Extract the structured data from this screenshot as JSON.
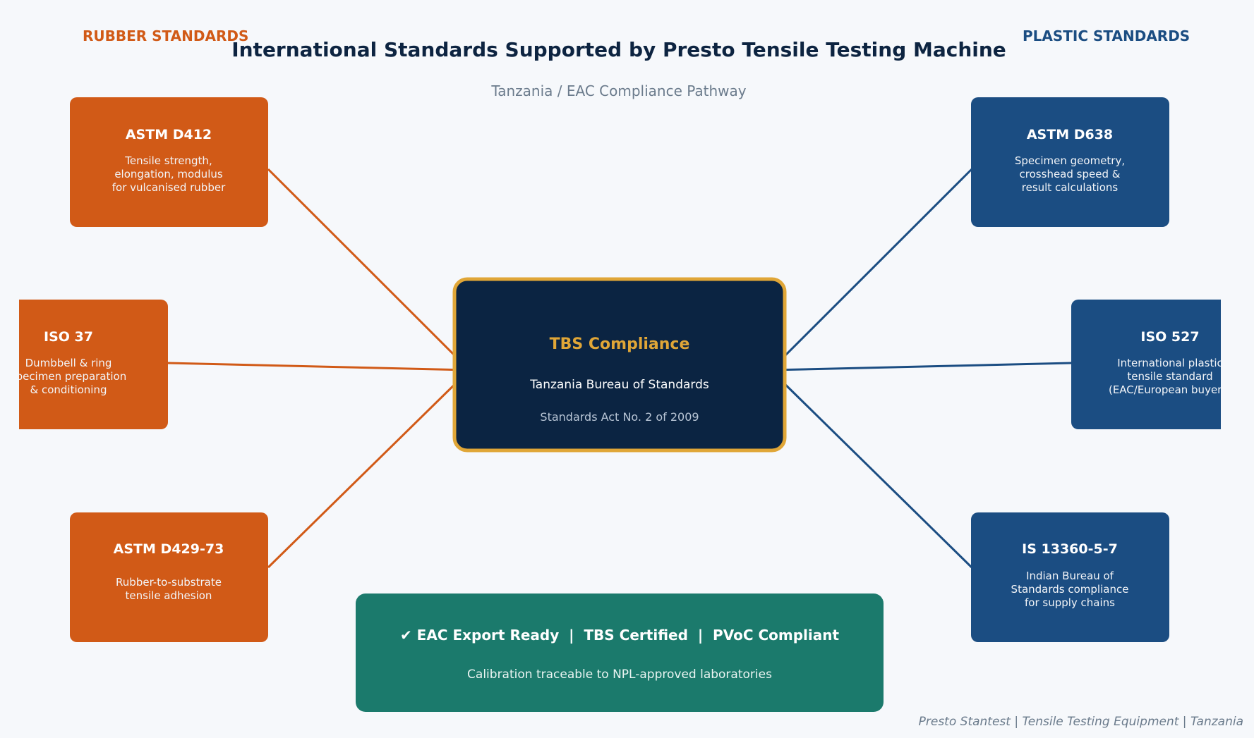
{
  "header": {
    "title": "International Standards Supported by Presto Tensile Testing Machine",
    "subtitle": "Tanzania / EAC Compliance Pathway"
  },
  "categories": {
    "rubber": {
      "icon": "",
      "label": "RUBBER STANDARDS",
      "color": "#d15a17"
    },
    "plastic": {
      "icon": "",
      "label": "PLASTIC STANDARDS",
      "color": "#1b4d82"
    }
  },
  "center": {
    "title": "TBS Compliance",
    "line1": "Tanzania Bureau of Standards",
    "line2": "Standards Act No. 2 of 2009",
    "fill": "#0b2442",
    "border": "#e0a637"
  },
  "rubber_standards": [
    {
      "title": "ASTM D412",
      "desc": [
        "Tensile strength,",
        "elongation, modulus",
        "for vulcanised rubber"
      ]
    },
    {
      "title": "ISO 37",
      "desc": [
        "Dumbbell & ring",
        "specimen preparation",
        "& conditioning"
      ]
    },
    {
      "title": "ASTM D429-73",
      "desc": [
        "Rubber-to-substrate",
        "tensile adhesion"
      ]
    }
  ],
  "plastic_standards": [
    {
      "title": "ASTM D638",
      "desc": [
        "Specimen geometry,",
        "crosshead speed &",
        "result calculations"
      ]
    },
    {
      "title": "ISO 527",
      "desc": [
        "International plastic",
        "tensile standard",
        "(EAC/European buyers)"
      ]
    },
    {
      "title": "IS 13360-5-7",
      "desc": [
        "Indian Bureau of",
        "Standards compliance",
        "for supply chains"
      ]
    }
  ],
  "banner": {
    "main": "✔ EAC Export Ready  |  TBS Certified  |  PVoC Compliant",
    "sub": "Calibration traceable to NPL-approved laboratories",
    "color": "#1b7a6c"
  },
  "footer": "Presto Stantest | Tensile Testing Equipment | Tanzania"
}
